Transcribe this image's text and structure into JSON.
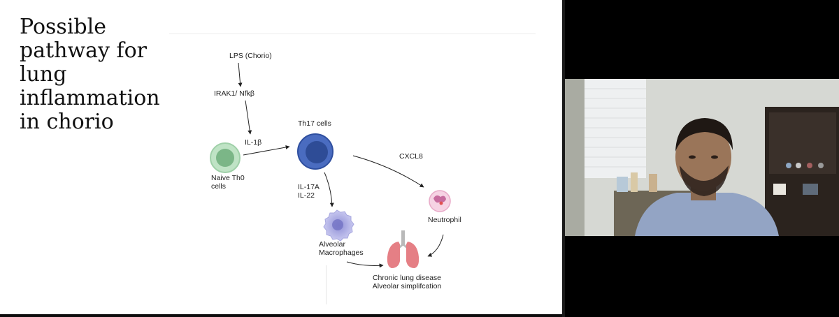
{
  "slide": {
    "title": "Possible\npathway for\nlung\ninflammation\nin chorio"
  },
  "diagram": {
    "labels": {
      "lps": "LPS (Chorio)",
      "irak": "IRAK1/ Nfkβ",
      "il1b": "IL-1β",
      "th17": "Th17 cells",
      "cxcl8": "CXCL8",
      "naive": "Naive Th0\ncells",
      "il17": "IL-17A\nIL-22",
      "neutrophil": "Neutrophil",
      "macrophage": "Alveolar\nMacrophages",
      "outcome": "Chronic lung disease\nAlveolar simplifcation"
    },
    "colors": {
      "naive_outer": "#9fd0a8",
      "naive_inner": "#6fae7b",
      "th17_outer": "#3f63b5",
      "th17_inner": "#2e4c96",
      "macrophage": "#b6b6e6",
      "neutrophil": "#e8a9c8",
      "lung": "#e57f85",
      "arrow": "#222222"
    }
  },
  "webcam": {
    "icon": "presenter-video-feed"
  }
}
